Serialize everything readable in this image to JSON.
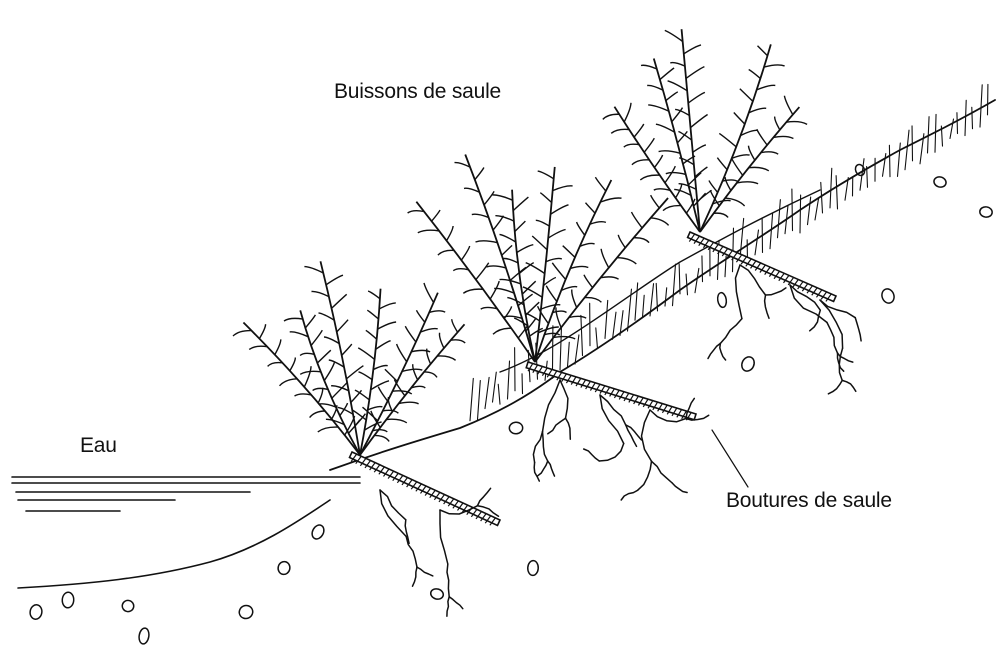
{
  "labels": {
    "willow_bushes": "Buissons de saule",
    "water": "Eau",
    "willow_cuttings": "Boutures de saule"
  },
  "colors": {
    "ink": "#111111",
    "paper": "#ffffff"
  }
}
